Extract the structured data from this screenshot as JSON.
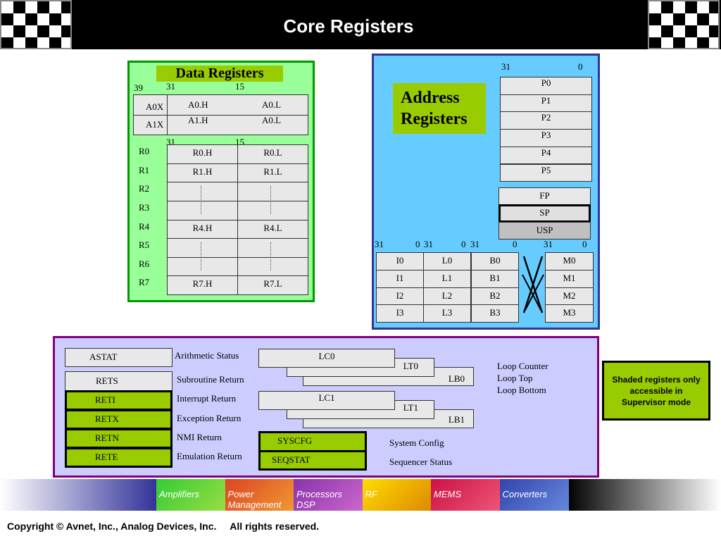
{
  "title": "Core Registers",
  "data_registers": {
    "heading": "Data Registers",
    "bits_top": [
      "39",
      "31",
      "15"
    ],
    "bits_r": [
      "31",
      "15"
    ],
    "acc": [
      {
        "name": "A0X",
        "h": "A0.H",
        "l": "A0.L"
      },
      {
        "name": "A1X",
        "h": "A1.H",
        "l": "A0.L"
      }
    ],
    "r_labels": [
      "R0",
      "R1",
      "R2",
      "R3",
      "R4",
      "R5",
      "R6",
      "R7"
    ],
    "r_rows": [
      {
        "h": "R0.H",
        "l": "R0.L"
      },
      {
        "h": "R1.H",
        "l": "R1.L"
      },
      {
        "h": "",
        "l": ""
      },
      {
        "h": "",
        "l": ""
      },
      {
        "h": "R4.H",
        "l": "R4.L"
      },
      {
        "h": "",
        "l": ""
      },
      {
        "h": "",
        "l": ""
      },
      {
        "h": "R7.H",
        "l": "R7.L"
      }
    ]
  },
  "address_registers": {
    "heading_line1": "Address",
    "heading_line2": "Registers",
    "p_bits": [
      "31",
      "0"
    ],
    "p": [
      "P0",
      "P1",
      "P2",
      "P3",
      "P4",
      "P5"
    ],
    "fp": "FP",
    "sp": "SP",
    "usp": "USP",
    "ilbm_bits": [
      "31",
      "0",
      "31",
      "0",
      "31",
      "0",
      "31",
      "0"
    ],
    "i": [
      "I0",
      "I1",
      "I2",
      "I3"
    ],
    "l": [
      "L0",
      "L1",
      "L2",
      "L3"
    ],
    "b": [
      "B0",
      "B1",
      "B2",
      "B3"
    ],
    "m": [
      "M0",
      "M1",
      "M2",
      "M3"
    ]
  },
  "sequencer": {
    "astat": "ASTAT",
    "astat_desc": "Arithmetic Status",
    "rets": "RETS",
    "rets_desc": "Subroutine Return",
    "reti": "RETI",
    "reti_desc": "Interrupt Return",
    "retx": "RETX",
    "retx_desc": "Exception Return",
    "retn": "RETN",
    "retn_desc": "NMI Return",
    "rete": "RETE",
    "rete_desc": "Emulation Return",
    "lc0": "LC0",
    "lt0": "LT0",
    "lb0": "LB0",
    "lc1": "LC1",
    "lt1": "LT1",
    "lb1": "LB1",
    "loop_counter": "Loop Counter",
    "loop_top": "Loop Top",
    "loop_bottom": "Loop Bottom",
    "syscfg": "SYSCFG",
    "syscfg_desc": "System Config",
    "seqstat": "SEQSTAT",
    "seqstat_desc": "Sequencer Status"
  },
  "note": "Shaded registers only accessible in Supervisor mode",
  "banner": [
    "Amplifiers",
    "Power Management",
    "Processors DSP",
    "RF",
    "MEMS",
    "Converters"
  ],
  "copyright": "Copyright © Avnet, Inc., Analog Devices, Inc.     All rights reserved.",
  "colors": {
    "data_panel": "#99ff99",
    "address_panel": "#66ccff",
    "sequencer_panel": "#ccccff",
    "supervisor_green": "#99cc00"
  }
}
